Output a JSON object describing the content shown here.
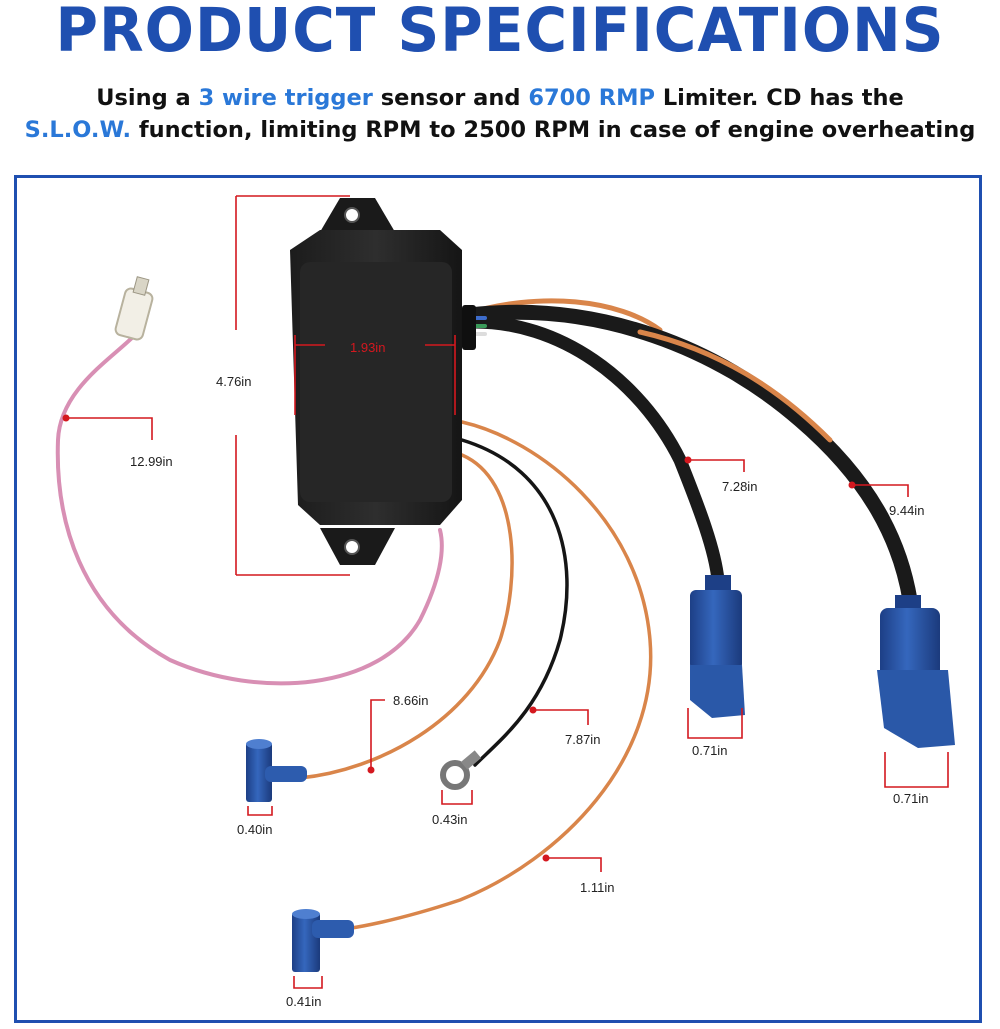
{
  "header": {
    "title": "PRODUCT SPECIFICATIONS",
    "line1": {
      "t1": "Using a ",
      "h1": "3 wire trigger",
      "t2": " sensor and ",
      "h2": "6700 RMP",
      "t3": " Limiter. CD has the"
    },
    "line2": {
      "h1": "S.L.O.W.",
      "t1": " function, limiting RPM to 2500 RPM in case of engine overheating"
    }
  },
  "dimensions": {
    "height": "4.76in",
    "width": "1.93in",
    "pink_wire": "12.99in",
    "connector_small": "7.28in",
    "connector_large": "9.44in",
    "orange_wire_1": "8.66in",
    "black_wire": "7.87in",
    "orange_wire_2": "1.11in",
    "conn_small_width": "0.71in",
    "conn_large_width": "0.71in",
    "cap1_width": "0.40in",
    "ring_width": "0.43in",
    "cap2_width": "0.41in"
  },
  "colors": {
    "brand_blue": "#1f4fb0",
    "highlight_blue": "#2a78d8",
    "dimension_red": "#d4181f",
    "wire_pink": "#d88fb4",
    "wire_orange": "#d9854a",
    "connector_blue": "#2f5fb0"
  }
}
